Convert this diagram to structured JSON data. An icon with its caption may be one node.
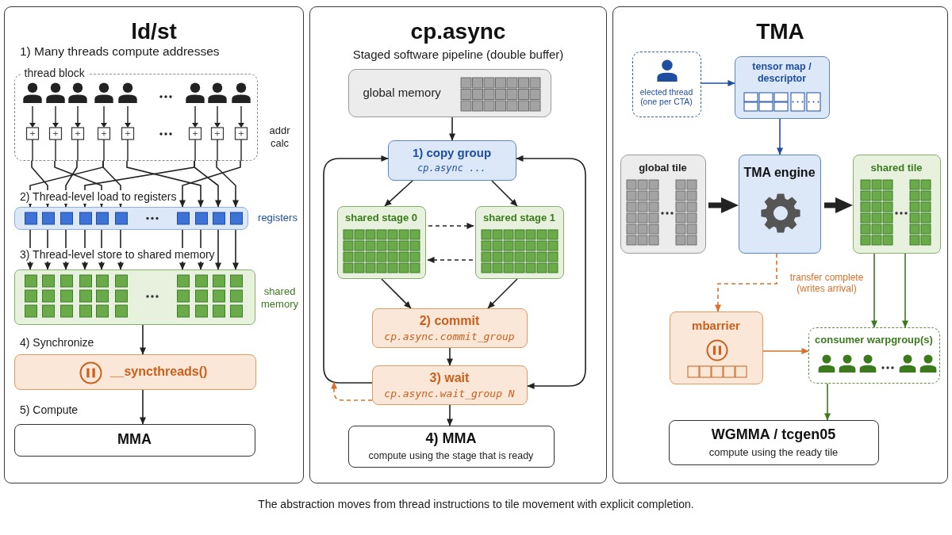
{
  "diagram": {
    "caption": "The abstraction moves from thread instructions to tile movement with explicit completion.",
    "nodes": [
      {
        "text": [
          "ld/st"
        ]
      },
      {
        "text": [
          "thread block"
        ],
        "in": 0,
        "beside": [
          "addr calc"
        ]
      },
      {
        "text": [],
        "shape": "bar",
        "in": 0,
        "beside": [
          "registers"
        ]
      },
      {
        "text": [],
        "shape": "box",
        "in": 0,
        "beside": [
          "shared memory"
        ]
      },
      {
        "text": [
          "__syncthreads()"
        ],
        "in": 0
      },
      {
        "text": [
          "MMA"
        ],
        "in": 0
      },
      {
        "text": [
          "cp.async",
          "Staged software pipeline (double buffer)"
        ]
      },
      {
        "text": [
          "global memory"
        ],
        "in": 6
      },
      {
        "text": [
          "1) copy group",
          "cp.async ..."
        ],
        "in": 6
      },
      {
        "text": [
          "shared stage 0"
        ],
        "in": 6
      },
      {
        "text": [
          "shared stage 1"
        ],
        "in": 6
      },
      {
        "text": [
          "2) commit",
          "cp.async.commit_group"
        ],
        "in": 6
      },
      {
        "text": [
          "3) wait",
          "cp.async.wait_group N"
        ],
        "in": 6
      },
      {
        "text": [
          "4) MMA",
          "compute using the stage that is ready"
        ],
        "in": 6
      },
      {
        "text": [
          "TMA"
        ]
      },
      {
        "text": [
          "elected thread (one per CTA)"
        ],
        "in": 14
      },
      {
        "text": [
          "tensor map / descriptor"
        ],
        "in": 14
      },
      {
        "text": [
          "global tile"
        ],
        "in": 14
      },
      {
        "text": [
          "TMA engine"
        ],
        "in": 14
      },
      {
        "text": [
          "shared tile"
        ],
        "in": 14
      },
      {
        "text": [
          "mbarrier"
        ],
        "in": 14
      },
      {
        "text": [
          "consumer warpgroup(s)"
        ],
        "in": 14
      },
      {
        "text": [
          "WGMMA / tcgen05",
          "compute using the ready tile"
        ],
        "in": 14
      }
    ],
    "edges": [
      {
        "from": 1,
        "to": 2,
        "arrow": "to"
      },
      {
        "from": 1,
        "to": 2,
        "arrow": "to"
      },
      {
        "from": 1,
        "to": 2,
        "arrow": "to"
      },
      {
        "from": 1,
        "to": 2,
        "arrow": "to"
      },
      {
        "from": 1,
        "to": 2,
        "arrow": "to"
      },
      {
        "from": 1,
        "to": 2,
        "arrow": "to"
      },
      {
        "from": 1,
        "to": 2,
        "arrow": "to"
      },
      {
        "from": 1,
        "to": 2,
        "arrow": "to"
      },
      {
        "from": 1,
        "to": 2,
        "arrow": "to"
      },
      {
        "from": 1,
        "to": 2,
        "arrow": "to"
      },
      {
        "from": 2,
        "to": 3,
        "arrow": "to"
      },
      {
        "from": 2,
        "to": 3,
        "arrow": "to"
      },
      {
        "from": 2,
        "to": 3,
        "arrow": "to"
      },
      {
        "from": 2,
        "to": 3,
        "arrow": "to"
      },
      {
        "from": 2,
        "to": 3,
        "arrow": "to"
      },
      {
        "from": 2,
        "to": 3,
        "arrow": "to"
      },
      {
        "from": 2,
        "to": 3,
        "arrow": "to"
      },
      {
        "from": 2,
        "to": 3,
        "arrow": "to"
      },
      {
        "from": 2,
        "to": 3,
        "arrow": "to"
      },
      {
        "from": 2,
        "to": 3,
        "arrow": "to"
      },
      {
        "from": 3,
        "to": 4,
        "arrow": "to"
      },
      {
        "from": 4,
        "to": 5,
        "arrow": "to"
      },
      {
        "from": 7,
        "to": 8,
        "arrow": "to"
      },
      {
        "from": 8,
        "to": 9,
        "arrow": "to"
      },
      {
        "from": 8,
        "to": 10,
        "arrow": "to"
      },
      {
        "from": 9,
        "to": 10,
        "arrow": "to",
        "style": "dashed"
      },
      {
        "from": 10,
        "to": 9,
        "arrow": "to",
        "style": "dashed"
      },
      {
        "from": 9,
        "to": 11,
        "arrow": "to"
      },
      {
        "from": 10,
        "to": 11,
        "arrow": "to"
      },
      {
        "from": 11,
        "to": 12,
        "arrow": "to"
      },
      {
        "from": 12,
        "to": 13,
        "arrow": "to"
      },
      {
        "from": 12,
        "to": 8,
        "arrow": "to"
      },
      {
        "from": 8,
        "to": 12,
        "arrow": "both"
      },
      {
        "from": 12,
        "to": null,
        "arrow": "to",
        "style": "dashed",
        "color": "#d9702a"
      },
      {
        "from": 15,
        "to": 16,
        "arrow": "to",
        "color": "#1f4ea0"
      },
      {
        "from": 16,
        "to": 18,
        "arrow": "to",
        "color": "#1f4ea0"
      },
      {
        "from": 17,
        "to": 18,
        "arrow": "to",
        "style": "thick"
      },
      {
        "from": 18,
        "to": 19,
        "arrow": "to",
        "style": "thick"
      },
      {
        "from": 18,
        "to": 20,
        "arrow": "to",
        "style": "dashed",
        "color": "#d9702a",
        "label": "transfer complete (writes arrival)"
      },
      {
        "from": 19,
        "to": 21,
        "arrow": "to",
        "color": "#3d7a1e"
      },
      {
        "from": 19,
        "to": 21,
        "arrow": "to",
        "color": "#3d7a1e"
      },
      {
        "from": 20,
        "to": 21,
        "arrow": "to",
        "color": "#d9702a"
      },
      {
        "from": 21,
        "to": 22,
        "arrow": "to",
        "color": "#3d7a1e"
      }
    ],
    "labels": [
      "1) Many threads compute addresses",
      "2) Thread-level load to registers",
      "3) Thread-level store to shared memory",
      "4) Synchronize",
      "5) Compute"
    ]
  }
}
